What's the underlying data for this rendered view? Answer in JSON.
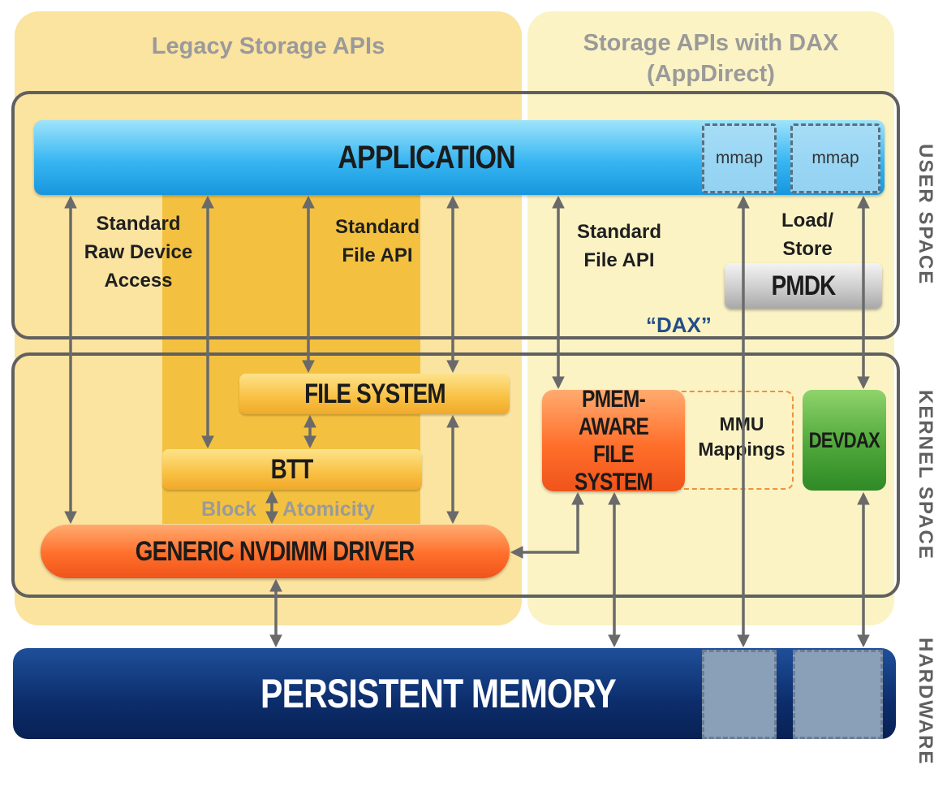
{
  "regions": {
    "legacy_title": "Legacy Storage APIs",
    "dax_title_line1": "Storage APIs with DAX",
    "dax_title_line2": "(AppDirect)"
  },
  "spaces": {
    "user": "USER SPACE",
    "kernel": "KERNEL SPACE",
    "hardware": "HARDWARE"
  },
  "blocks": {
    "application": "APPLICATION",
    "mmap_1": "mmap",
    "mmap_2": "mmap",
    "pmdk": "PMDK",
    "file_system": "FILE SYSTEM",
    "btt": "BTT",
    "generic_driver": "GENERIC NVDIMM DRIVER",
    "pmem_fs_line1": "PMEM-AWARE",
    "pmem_fs_line2": "FILE SYSTEM",
    "mmu_line1": "MMU",
    "mmu_line2": "Mappings",
    "devdax": "DEVDAX",
    "persistent_memory": "PERSISTENT MEMORY"
  },
  "labels": {
    "raw_line1": "Standard",
    "raw_line2": "Raw Device",
    "raw_line3": "Access",
    "file_api_legacy_line1": "Standard",
    "file_api_legacy_line2": "File API",
    "file_api_dax_line1": "Standard",
    "file_api_dax_line2": "File API",
    "load_store_line1": "Load/",
    "load_store_line2": "Store",
    "dax": "“DAX”",
    "block_atomicity_1": "Block",
    "block_atomicity_2": "Atomicity"
  },
  "colors": {
    "legacy_region": "#fbe3a0",
    "dax_region": "#fbf3c4",
    "application": "#38b6f2",
    "file_system": "#f9c042",
    "driver": "#ff6f2b",
    "devdax": "#4fa83a",
    "pmdk": "#c9c9c9",
    "persistent_memory": "#0c2d6b",
    "arrow": "#6a6a6a"
  }
}
